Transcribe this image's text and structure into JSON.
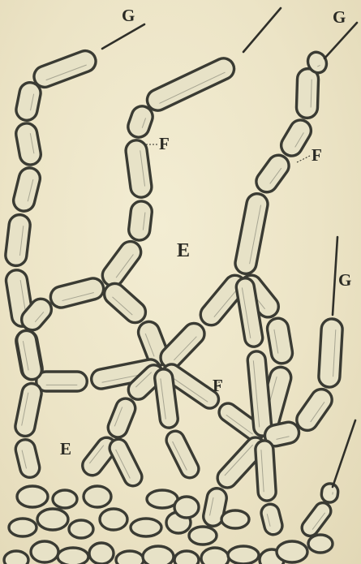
{
  "labels": {
    "g_top_left": "G",
    "g_top_right": "G",
    "g_right": "G",
    "f_upper_middle": "F",
    "f_upper_right": "F",
    "f_lower_middle": "F",
    "e_middle": "E",
    "e_lower_left": "E"
  },
  "colors": {
    "background": "#ece4c6",
    "cell_fill": "#e7e2c7",
    "cell_outline": "#3a3b33"
  }
}
